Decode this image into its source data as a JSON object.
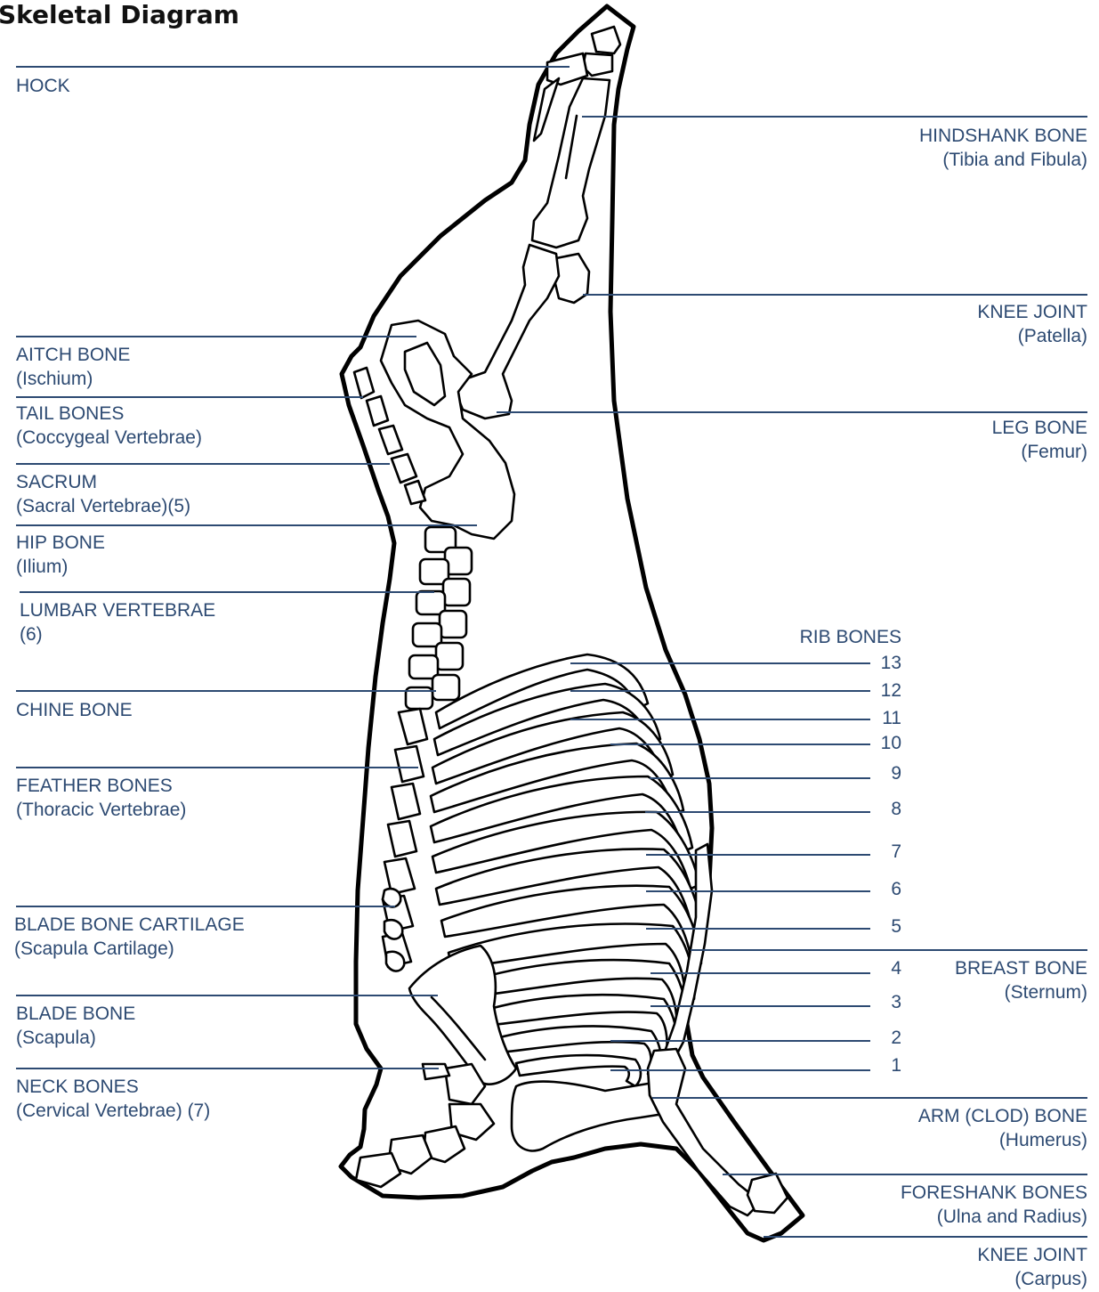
{
  "title": "Skeletal Diagram",
  "labels_left": [
    {
      "id": "hock",
      "lines": [
        "HOCK"
      ]
    },
    {
      "id": "aitch-bone",
      "lines": [
        "AITCH BONE",
        "(Ischium)"
      ]
    },
    {
      "id": "tail-bones",
      "lines": [
        "TAIL BONES",
        "(Coccygeal Vertebrae)"
      ]
    },
    {
      "id": "sacrum",
      "lines": [
        "SACRUM",
        "(Sacral Vertebrae)(5)"
      ]
    },
    {
      "id": "hip-bone",
      "lines": [
        "HIP BONE",
        "(Ilium)"
      ]
    },
    {
      "id": "lumbar-vertebrae",
      "lines": [
        "LUMBAR VERTEBRAE",
        "(6)"
      ]
    },
    {
      "id": "chine-bone",
      "lines": [
        "CHINE BONE"
      ]
    },
    {
      "id": "feather-bones",
      "lines": [
        "FEATHER BONES",
        "(Thoracic Vertebrae)"
      ]
    },
    {
      "id": "blade-bone-cartilage",
      "lines": [
        "BLADE BONE CARTILAGE",
        "(Scapula Cartilage)"
      ]
    },
    {
      "id": "blade-bone",
      "lines": [
        "BLADE BONE",
        "(Scapula)"
      ]
    },
    {
      "id": "neck-bones",
      "lines": [
        "NECK BONES",
        "(Cervical Vertebrae) (7)"
      ]
    }
  ],
  "labels_right": [
    {
      "id": "hindshank-bone",
      "lines": [
        "HINDSHANK BONE",
        "(Tibia and Fibula)"
      ]
    },
    {
      "id": "knee-joint-patella",
      "lines": [
        "KNEE JOINT",
        "(Patella)"
      ]
    },
    {
      "id": "leg-bone",
      "lines": [
        "LEG BONE",
        "(Femur)"
      ]
    },
    {
      "id": "breast-bone",
      "lines": [
        "BREAST BONE",
        "(Sternum)"
      ]
    },
    {
      "id": "arm-clod-bone",
      "lines": [
        "ARM (CLOD) BONE",
        "(Humerus)"
      ]
    },
    {
      "id": "foreshank-bones",
      "lines": [
        "FORESHANK BONES",
        "(Ulna and Radius)"
      ]
    },
    {
      "id": "knee-joint-carpus",
      "lines": [
        "KNEE JOINT",
        "(Carpus)"
      ]
    }
  ],
  "rib_bones": {
    "heading": "RIB BONES",
    "numbers": [
      "13",
      "12",
      "11",
      "10",
      "9",
      "8",
      "7",
      "6",
      "5",
      "4",
      "3",
      "2",
      "1"
    ]
  },
  "colors": {
    "label": "#2d4a72",
    "outline": "#000000",
    "background": "#ffffff"
  }
}
